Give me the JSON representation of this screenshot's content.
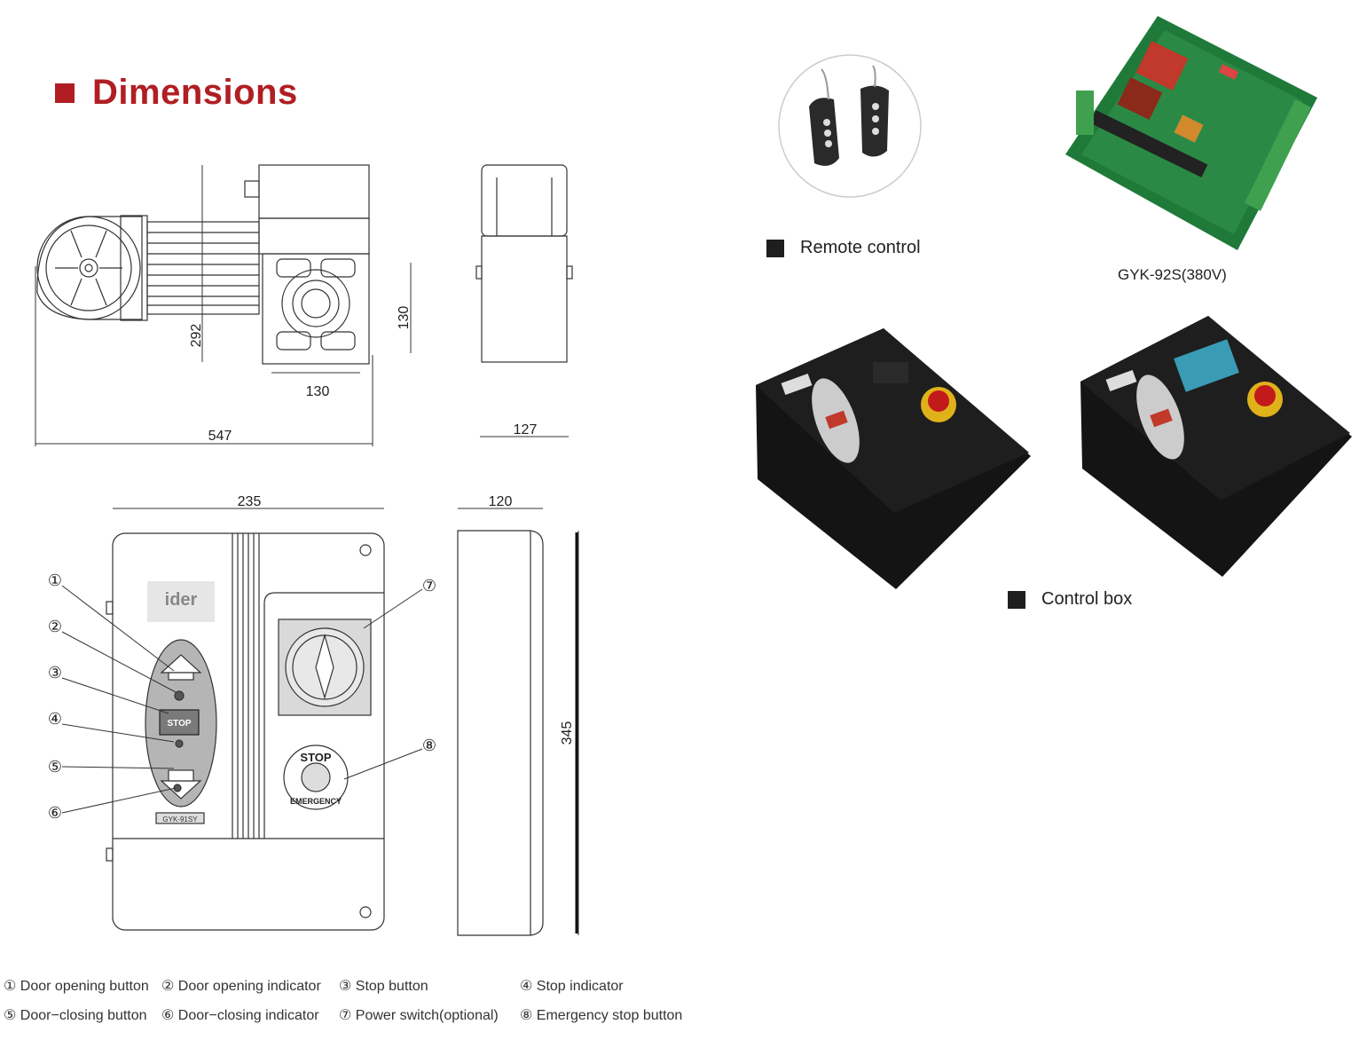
{
  "title": "Dimensions",
  "dims": {
    "d292": "292",
    "d130v": "130",
    "d130h": "130",
    "d547": "547",
    "d127": "127",
    "d235": "235",
    "d120": "120",
    "d345": "345"
  },
  "callouts": [
    "①",
    "②",
    "③",
    "④",
    "⑤",
    "⑥",
    "⑦",
    "⑧"
  ],
  "control_panel": {
    "logo": "ider",
    "stop_label": "STOP",
    "model_label": "GYK-91SY",
    "emergency_top": "STOP",
    "emergency_bottom": "EMERGENCY"
  },
  "captions": {
    "remote": "Remote control",
    "board": "GYK-92S(380V)",
    "control_box": "Control box"
  },
  "legend": [
    "① Door opening button",
    "② Door opening indicator",
    "③ Stop button",
    "④ Stop indicator",
    "⑤ Door−closing button",
    "⑥ Door−closing indicator",
    "⑦ Power switch(optional)",
    "⑧ Emergency stop button"
  ],
  "colors": {
    "accent": "#b01e23",
    "box": "#111111",
    "board": "#1f7a3a"
  }
}
